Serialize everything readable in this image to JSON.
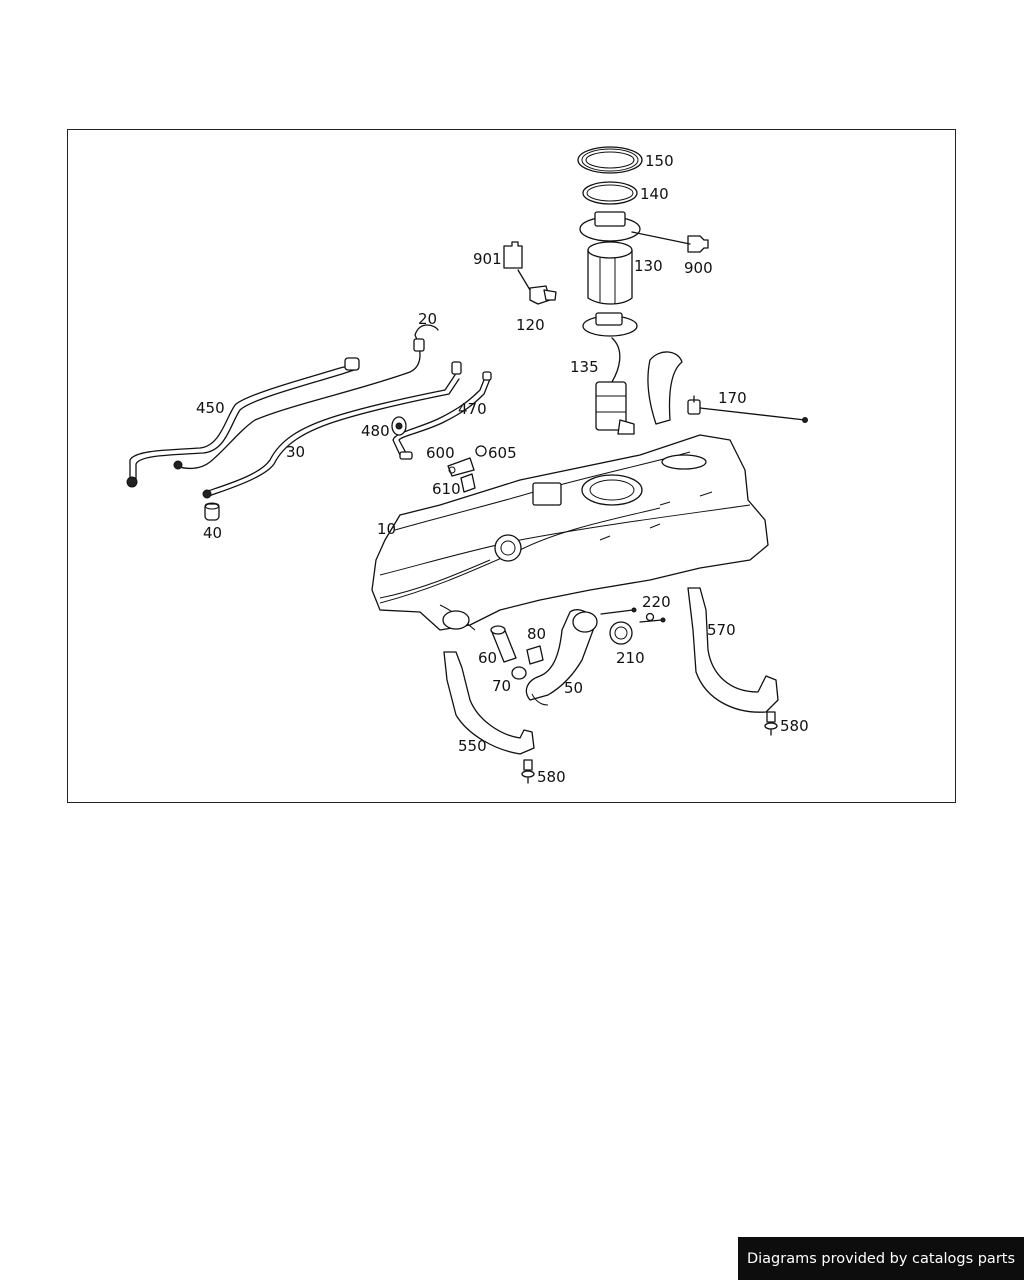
{
  "callouts": {
    "c10": "10",
    "c20": "20",
    "c30": "30",
    "c40": "40",
    "c50": "50",
    "c60": "60",
    "c70": "70",
    "c80": "80",
    "c120": "120",
    "c130": "130",
    "c135": "135",
    "c140": "140",
    "c150": "150",
    "c170": "170",
    "c210": "210",
    "c220": "220",
    "c450": "450",
    "c470": "470",
    "c480": "480",
    "c550": "550",
    "c570": "570",
    "c580a": "580",
    "c580b": "580",
    "c600": "600",
    "c605": "605",
    "c610": "610",
    "c900": "900",
    "c901": "901"
  },
  "footer": {
    "credit": "Diagrams provided by catalogs parts"
  },
  "colors": {
    "line": "#111111",
    "credit_background": "#0d0d0d",
    "credit_text": "#ffffff"
  }
}
